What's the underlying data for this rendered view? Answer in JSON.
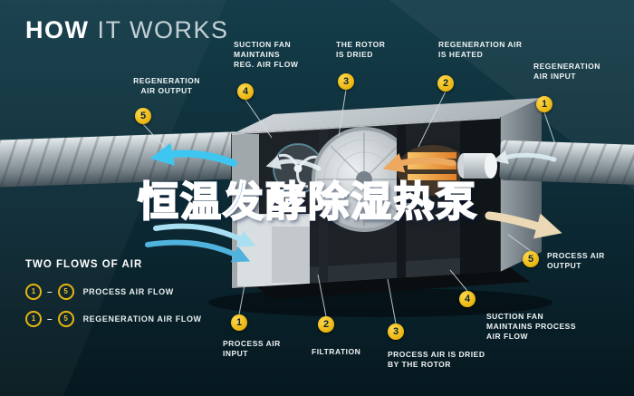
{
  "title": {
    "main": "HOW",
    "sub": "IT WORKS"
  },
  "overlay": {
    "text": "恒温发酵除湿热泵"
  },
  "legend": {
    "heading": "TWO FLOWS OF AIR",
    "separator": "–",
    "rows": [
      {
        "from": "1",
        "to": "5",
        "label": "PROCESS AIR FLOW"
      },
      {
        "from": "1",
        "to": "5",
        "label": "REGENERATION AIR FLOW"
      }
    ]
  },
  "callouts": {
    "top": [
      {
        "num": "5",
        "label": "REGENERATION\nAIR OUTPUT"
      },
      {
        "num": "4",
        "label": "SUCTION FAN\nMAINTAINS\nREG. AIR FLOW"
      },
      {
        "num": "3",
        "label": "THE ROTOR\nIS DRIED"
      },
      {
        "num": "2",
        "label": "REGENERATION AIR\nIS HEATED"
      },
      {
        "num": "1",
        "label": "REGENERATION\nAIR INPUT"
      }
    ],
    "bottom": [
      {
        "num": "1",
        "label": "PROCESS AIR\nINPUT"
      },
      {
        "num": "2",
        "label": "FILTRATION"
      },
      {
        "num": "3",
        "label": "PROCESS AIR IS DRIED\nBY THE ROTOR"
      },
      {
        "num": "4",
        "label": "SUCTION FAN\nMAINTAINS PROCESS\nAIR FLOW"
      },
      {
        "num": "5",
        "label": "PROCESS AIR\nOUTPUT"
      }
    ]
  },
  "colors": {
    "background": "#0d2b36",
    "badge": "#e9b50f",
    "badge_text": "#10242e",
    "overlay_blue": "#2b63e0",
    "duct_metal": "#aab4b9",
    "heater_orange": "#e8933c",
    "arrow_cyan": "#3fc6f0",
    "arrow_beige": "#ead9b4",
    "label_text": "#eef3f4"
  }
}
